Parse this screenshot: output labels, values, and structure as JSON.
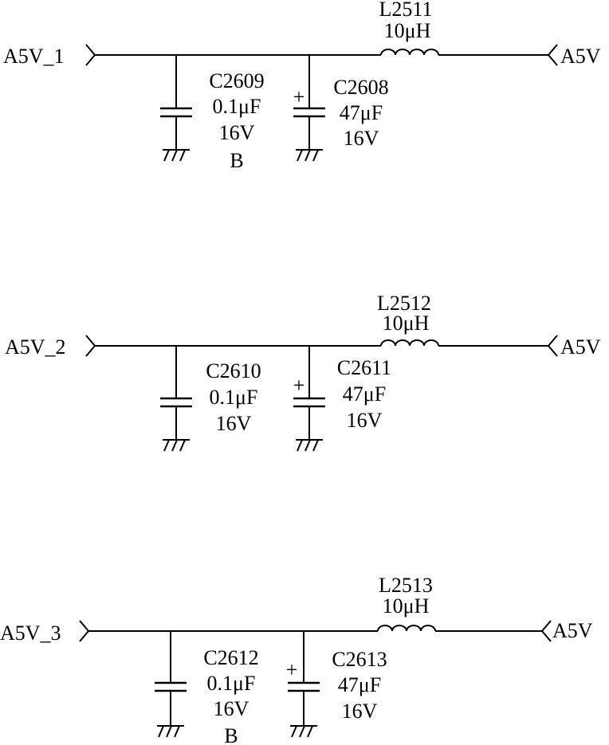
{
  "stages": [
    {
      "input_label": "A5V_1",
      "output_label": "A5V",
      "inductor": {
        "ref": "L2511",
        "value": "10μH"
      },
      "cap_small": {
        "ref": "C2609",
        "value": "0.1μF",
        "voltage": "16V",
        "extra": "B"
      },
      "cap_electrolytic": {
        "ref": "C2608",
        "value": "47μF",
        "voltage": "16V",
        "polarity": "+"
      }
    },
    {
      "input_label": "A5V_2",
      "output_label": "A5V",
      "inductor": {
        "ref": "L2512",
        "value": "10μH"
      },
      "cap_small": {
        "ref": "C2610",
        "value": "0.1μF",
        "voltage": "16V",
        "extra": ""
      },
      "cap_electrolytic": {
        "ref": "C2611",
        "value": "47μF",
        "voltage": "16V",
        "polarity": "+"
      }
    },
    {
      "input_label": "A5V_3",
      "output_label": "A5V",
      "inductor": {
        "ref": "L2513",
        "value": "10μH"
      },
      "cap_small": {
        "ref": "C2612",
        "value": "0.1μF",
        "voltage": "16V",
        "extra": "B"
      },
      "cap_electrolytic": {
        "ref": "C2613",
        "value": "47μF",
        "voltage": "16V",
        "polarity": "+"
      }
    }
  ],
  "colors": {
    "line": "#000000",
    "background": "#ffffff"
  }
}
